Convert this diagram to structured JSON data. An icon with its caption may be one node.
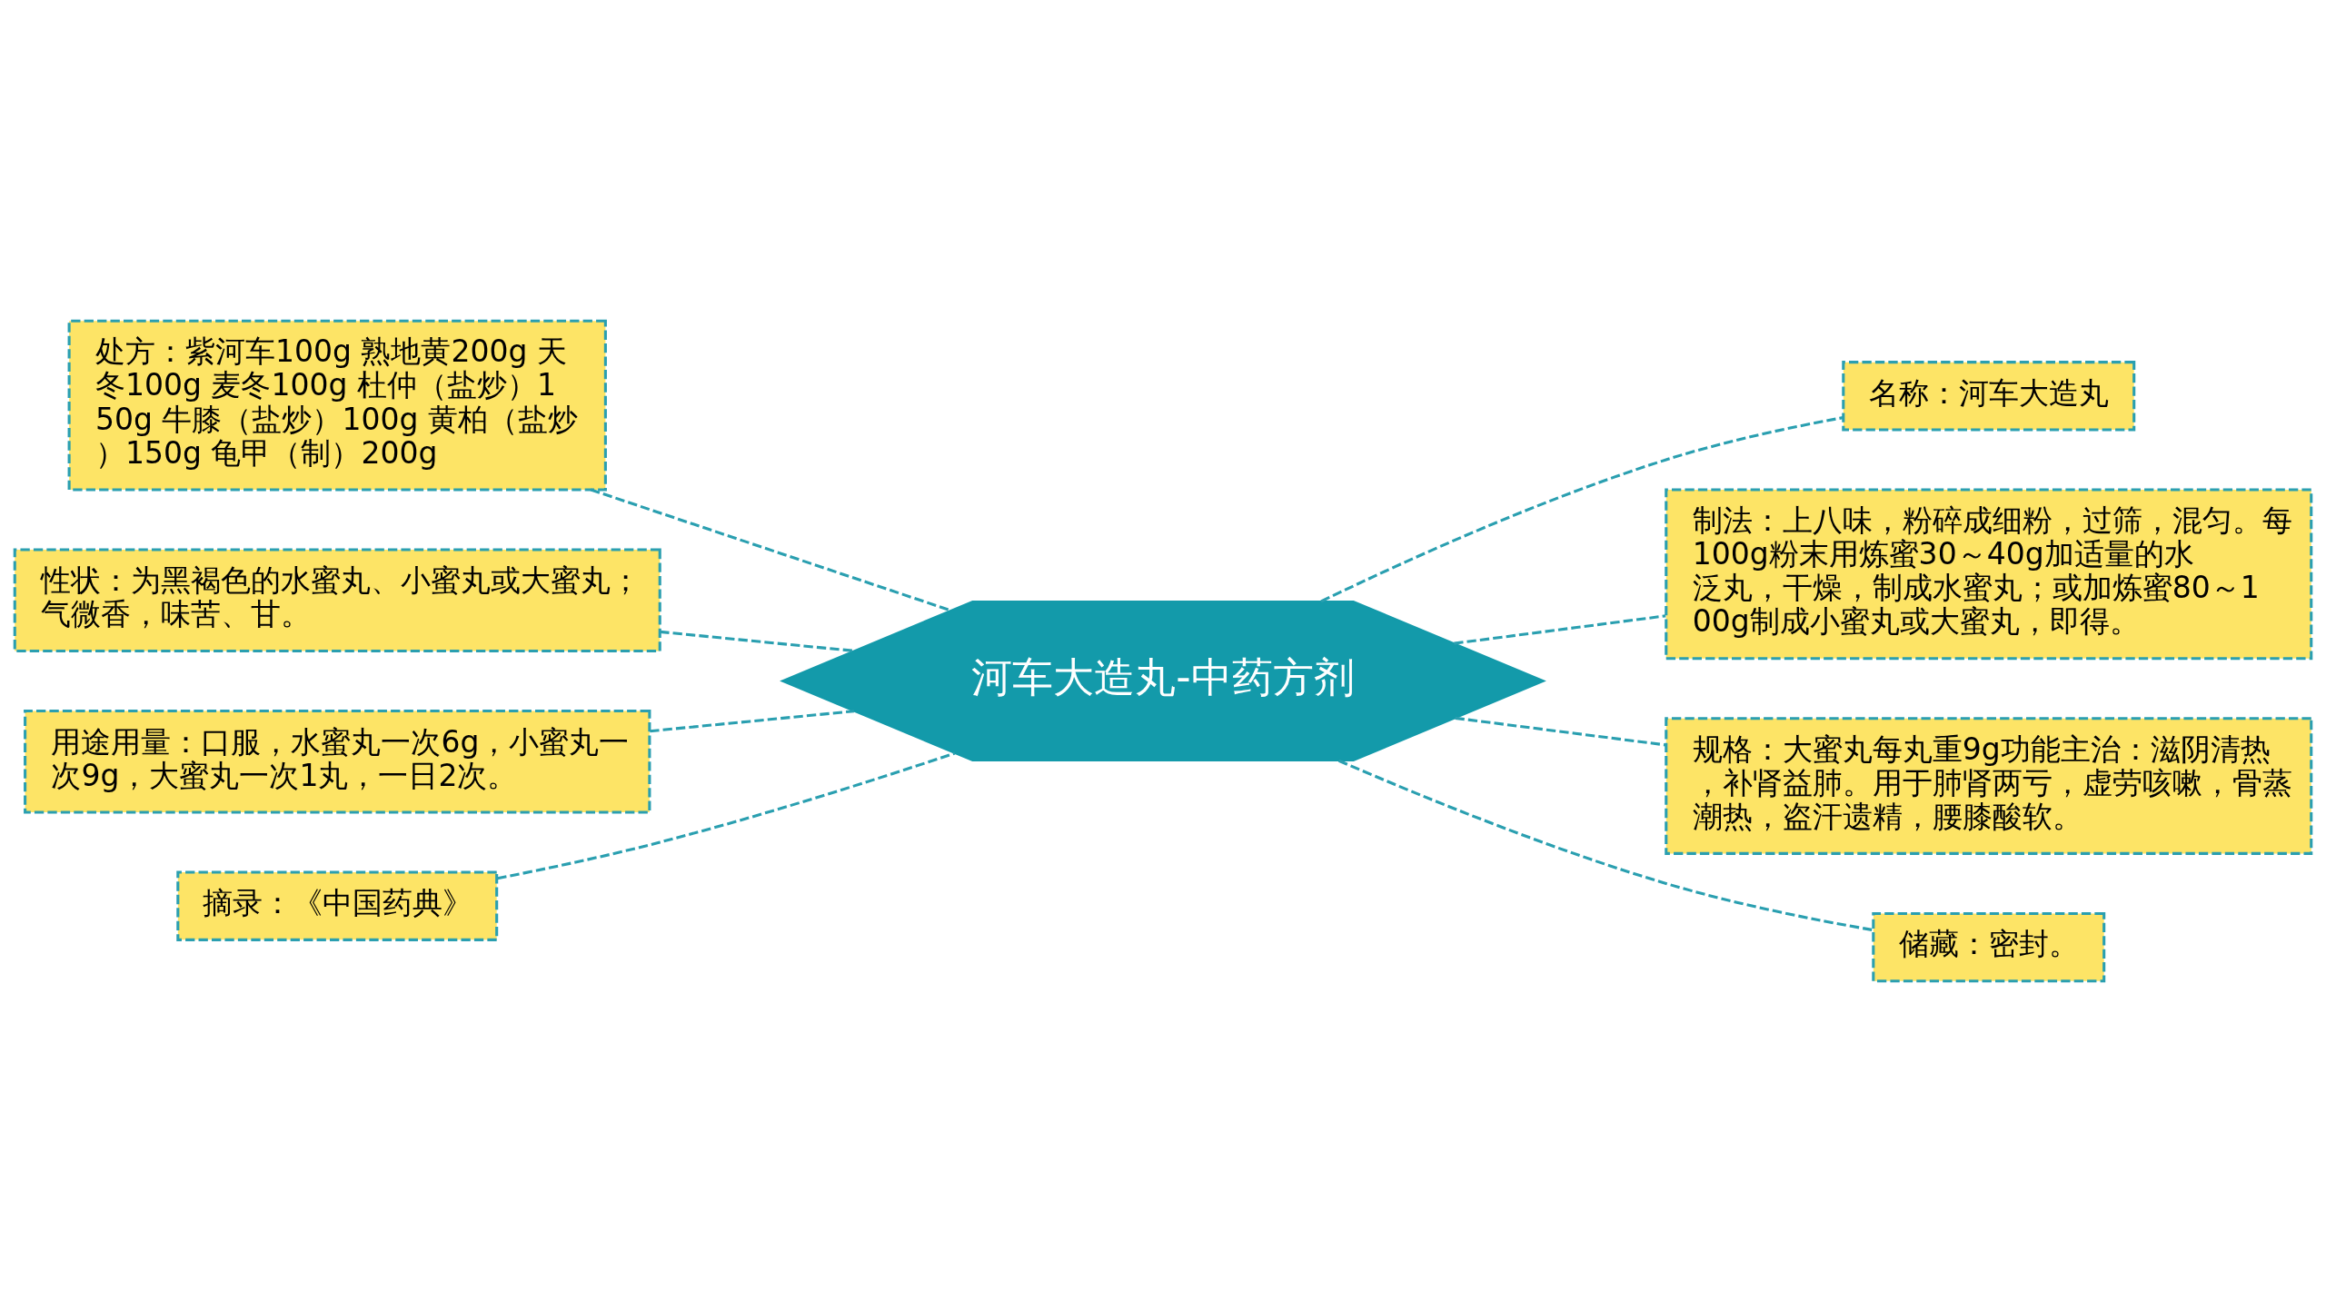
{
  "diagram": {
    "nodes": [
      {
        "text": [
          "河车大造丸-中药方剂"
        ]
      },
      {
        "text": [
          "处方：紫河车100g 熟地黄200g 天冬100g 麦冬100g 杜仲（盐炒）150g 牛膝（盐炒）100g 黄柏（盐炒）150g 龟甲（制）200g"
        ]
      },
      {
        "text": [
          "性状：为黑褐色的水蜜丸、小蜜丸或大蜜丸；气微香，味苦、甘。"
        ]
      },
      {
        "text": [
          "用途用量：口服，水蜜丸一次6g，小蜜丸一次9g，大蜜丸一次1丸，一日2次。"
        ]
      },
      {
        "text": [
          "摘录：《中国药典》"
        ]
      },
      {
        "text": [
          "名称：河车大造丸"
        ]
      },
      {
        "text": [
          "制法：上八味，粉碎成细粉，过筛，混匀。每100g粉末用炼蜜30～40g加适量的水泛丸，干燥，制成水蜜丸；或加炼蜜80～100g制成小蜜丸或大蜜丸，即得。"
        ]
      },
      {
        "text": [
          "规格：大蜜丸每丸重9g功能主治：滋阴清热，补肾益肺。用于肺肾两亏，虚劳咳嗽，骨蒸潮热，盗汗遗精，腰膝酸软。"
        ]
      },
      {
        "text": [
          "储藏：密封。"
        ]
      }
    ],
    "edges": [
      {
        "from": 0,
        "to": 1,
        "arrow": "none"
      },
      {
        "from": 0,
        "to": 2,
        "arrow": "none"
      },
      {
        "from": 0,
        "to": 3,
        "arrow": "none"
      },
      {
        "from": 0,
        "to": 4,
        "arrow": "none"
      },
      {
        "from": 0,
        "to": 5,
        "arrow": "none"
      },
      {
        "from": 0,
        "to": 6,
        "arrow": "none"
      },
      {
        "from": 0,
        "to": 7,
        "arrow": "none"
      },
      {
        "from": 0,
        "to": 8,
        "arrow": "none"
      }
    ]
  }
}
